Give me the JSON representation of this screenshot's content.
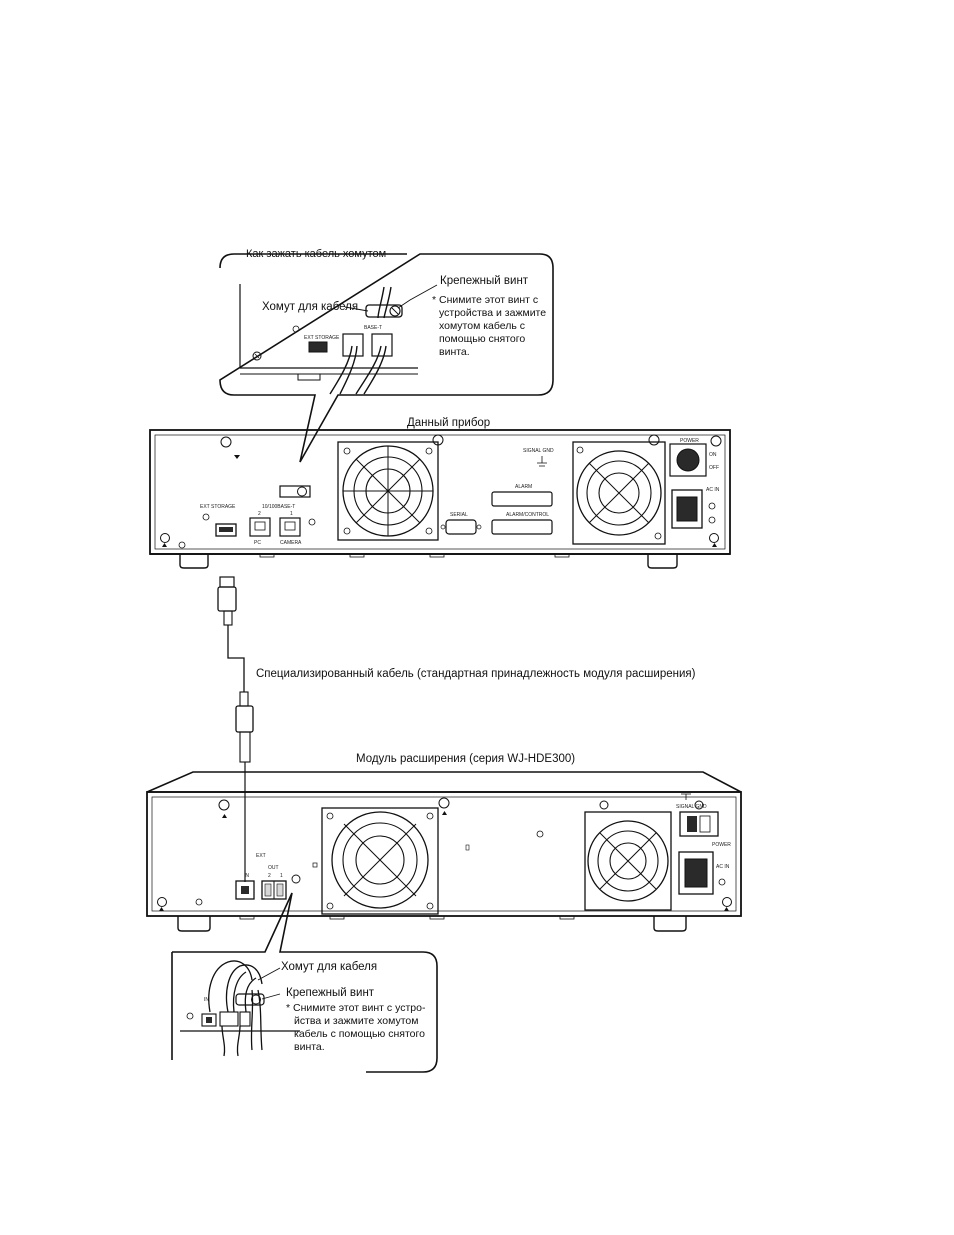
{
  "top_callout": {
    "heading": "Как зажать кабель хомутом",
    "screw_label": "Крепежный винт",
    "clamp_label": "Хомут для кабеля",
    "note_lines": [
      "* Снимите этот винт с",
      "устройства и зажмите",
      "хомутом кабель с",
      "помощью снятого",
      "винта."
    ],
    "port_labels": [
      "EXT STORAGE",
      "BASE-T"
    ]
  },
  "main_unit": {
    "title": "Данный прибор",
    "labels": {
      "ext_storage": "EXT STORAGE",
      "base_t": "10/100BASE-T",
      "serial": "SERIAL",
      "alarm": "ALARM",
      "alarm_control": "ALARM/CONTROL",
      "signal_gnd": "SIGNAL GND",
      "power": "POWER",
      "ac_in": "AC IN",
      "on": "ON",
      "off": "OFF",
      "pc": "PC",
      "camera": "CAMERA",
      "port1": "1",
      "port2": "2"
    }
  },
  "cable": {
    "label": "Специализированный кабель (стандартная принадлежность модуля расширения)"
  },
  "ext_unit": {
    "title": "Модуль расширения (серия WJ-HDE300)",
    "labels": {
      "ext": "EXT",
      "in": "IN",
      "out": "OUT",
      "out2": "2",
      "out1": "1",
      "signal_gnd": "SIGNAL GND",
      "power": "POWER",
      "ac_in": "AC IN"
    }
  },
  "bottom_callout": {
    "clamp_label": "Хомут для кабеля",
    "screw_label": "Крепежный винт",
    "note_lines": [
      "* Снимите этот винт с устро-",
      "йства и зажмите хомутом",
      "кабель с помощью снятого",
      "винта."
    ],
    "in_label": "IN"
  },
  "colors": {
    "line": "#111111",
    "fill_dark": "#2a2a2a",
    "fill_light": "#d8d8d8",
    "background": "#ffffff"
  }
}
